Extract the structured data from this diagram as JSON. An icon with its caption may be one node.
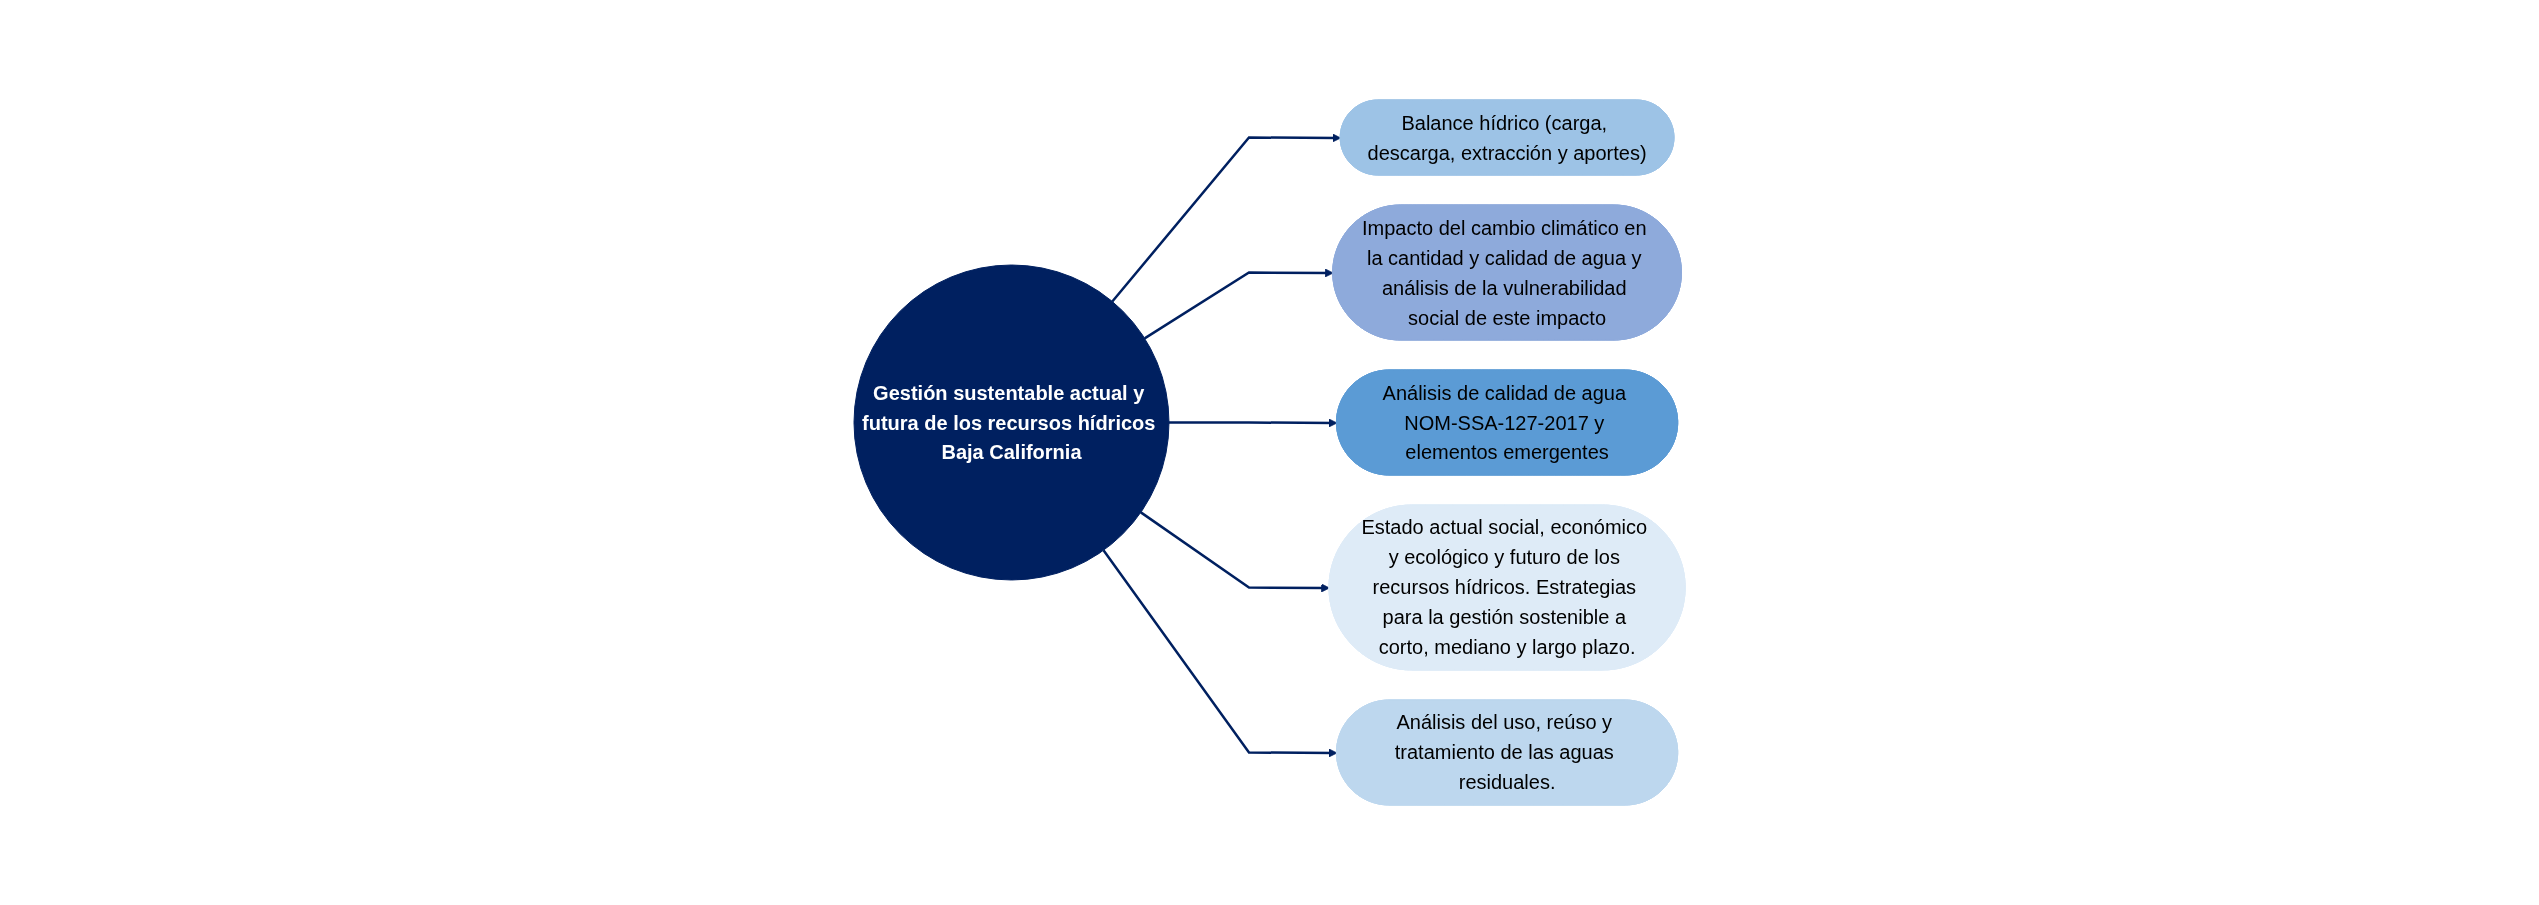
{
  "diagram": {
    "nodes": [
      {
        "text": [
          "Impacto del cambio climático en la cantidad y calidad de agua y análisis de la vulnerabilidad social de este impacto"
        ]
      },
      {
        "text": [
          "Balance hídrico (carga, descarga, extracción y aportes)"
        ]
      },
      {
        "text": [
          "Análisis de calidad de agua NOM-SSA-127-2017 y elementos emergentes"
        ]
      },
      {
        "text": [
          "Gestión sustentable actual y futura de los recursos hídricos Baja California"
        ]
      },
      {
        "text": [
          "Estado actual social, económico y ecológico y futuro de los recursos hídricos. Estrategias para la gestión sostenible a corto, mediano y largo plazo."
        ]
      },
      {
        "text": [
          "Análisis del uso, reúso y tratamiento de las aguas residuales."
        ]
      }
    ],
    "edges": [
      {
        "from": 3,
        "to": 1,
        "arrow": "to"
      },
      {
        "from": 3,
        "to": 0,
        "arrow": "to"
      },
      {
        "from": 3,
        "to": 2,
        "arrow": "to"
      },
      {
        "from": 3,
        "to": 4,
        "arrow": "to"
      },
      {
        "from": 3,
        "to": 5,
        "arrow": "to"
      }
    ]
  }
}
